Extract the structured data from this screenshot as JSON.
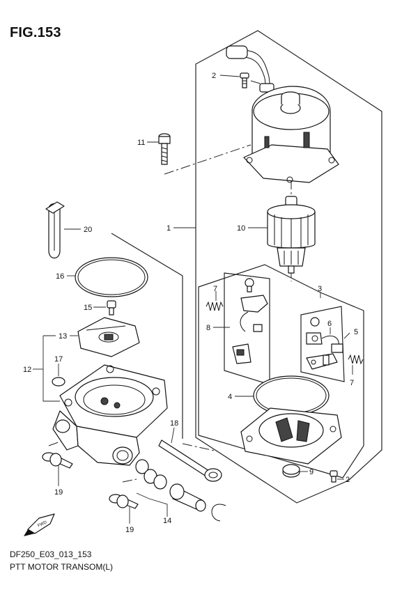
{
  "figure_title": "FIG.153",
  "diagram_code": "DF250_E03_013_153",
  "diagram_description": "PTT MOTOR TRANSOM(L)",
  "direction_marker": "FWD",
  "callouts": {
    "c1": "1",
    "c2a": "2",
    "c2b": "2",
    "c3": "3",
    "c4": "4",
    "c5": "5",
    "c6": "6",
    "c7a": "7",
    "c7b": "7",
    "c8": "8",
    "c9": "9",
    "c10": "10",
    "c11": "11",
    "c12": "12",
    "c13": "13",
    "c14": "14",
    "c15": "15",
    "c16": "16",
    "c17": "17",
    "c18": "18",
    "c19a": "19",
    "c19b": "19",
    "c20": "20"
  }
}
